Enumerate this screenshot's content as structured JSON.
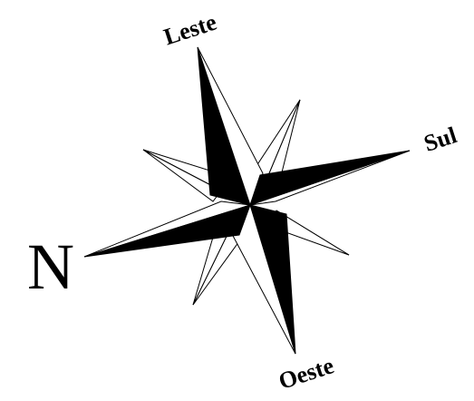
{
  "compass": {
    "labels": {
      "north": "N",
      "east": "Leste",
      "south": "Sul",
      "west": "Oeste"
    },
    "colors": {
      "ink": "#000000",
      "paper": "#ffffff"
    }
  }
}
